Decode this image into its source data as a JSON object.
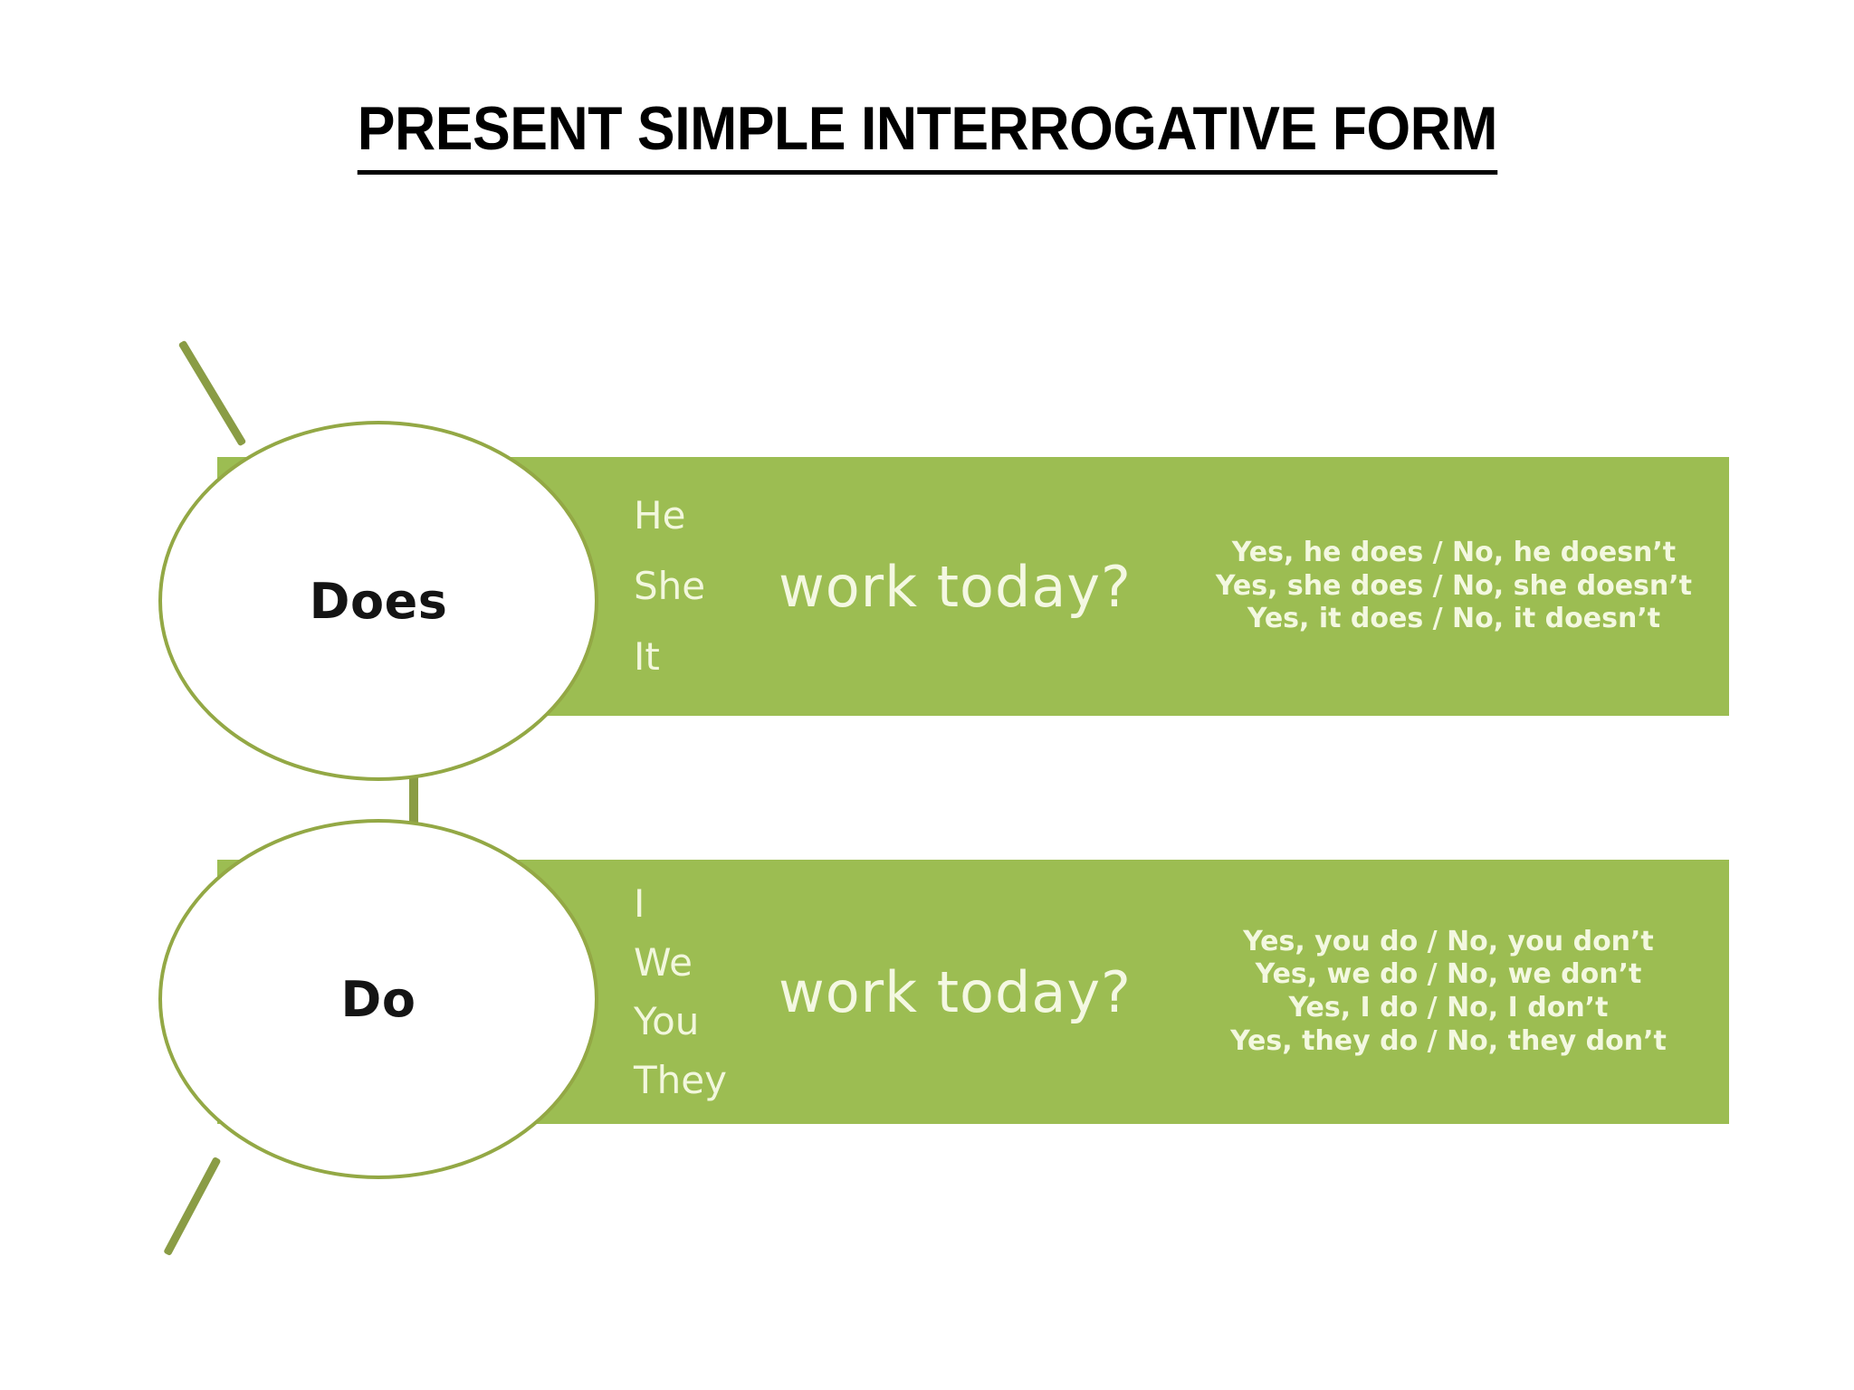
{
  "title": {
    "text": "PRESENT SIMPLE INTERROGATIVE FORM"
  },
  "colors": {
    "bar_green": "#9cbd52",
    "outline_olive": "#93a845",
    "stem_olive": "#8a9c45",
    "bar_text": "#f3f8e0",
    "bubble_text": "#141414",
    "background": "#ffffff"
  },
  "rows": [
    {
      "auxiliary": "Does",
      "pronouns": [
        "He",
        "She",
        "It"
      ],
      "verb_phrase": "work today?",
      "answers": [
        "Yes, he does / No, he doesn’t",
        "Yes, she does / No, she doesn’t",
        "Yes, it does / No, it doesn’t"
      ]
    },
    {
      "auxiliary": "Do",
      "pronouns": [
        "I",
        "We",
        "You",
        "They"
      ],
      "verb_phrase": "work today?",
      "answers": [
        "Yes, you do / No, you don’t",
        "Yes, we do / No, we don’t",
        "Yes, I do / No, I don’t",
        "Yes, they do / No, they don’t"
      ]
    }
  ]
}
